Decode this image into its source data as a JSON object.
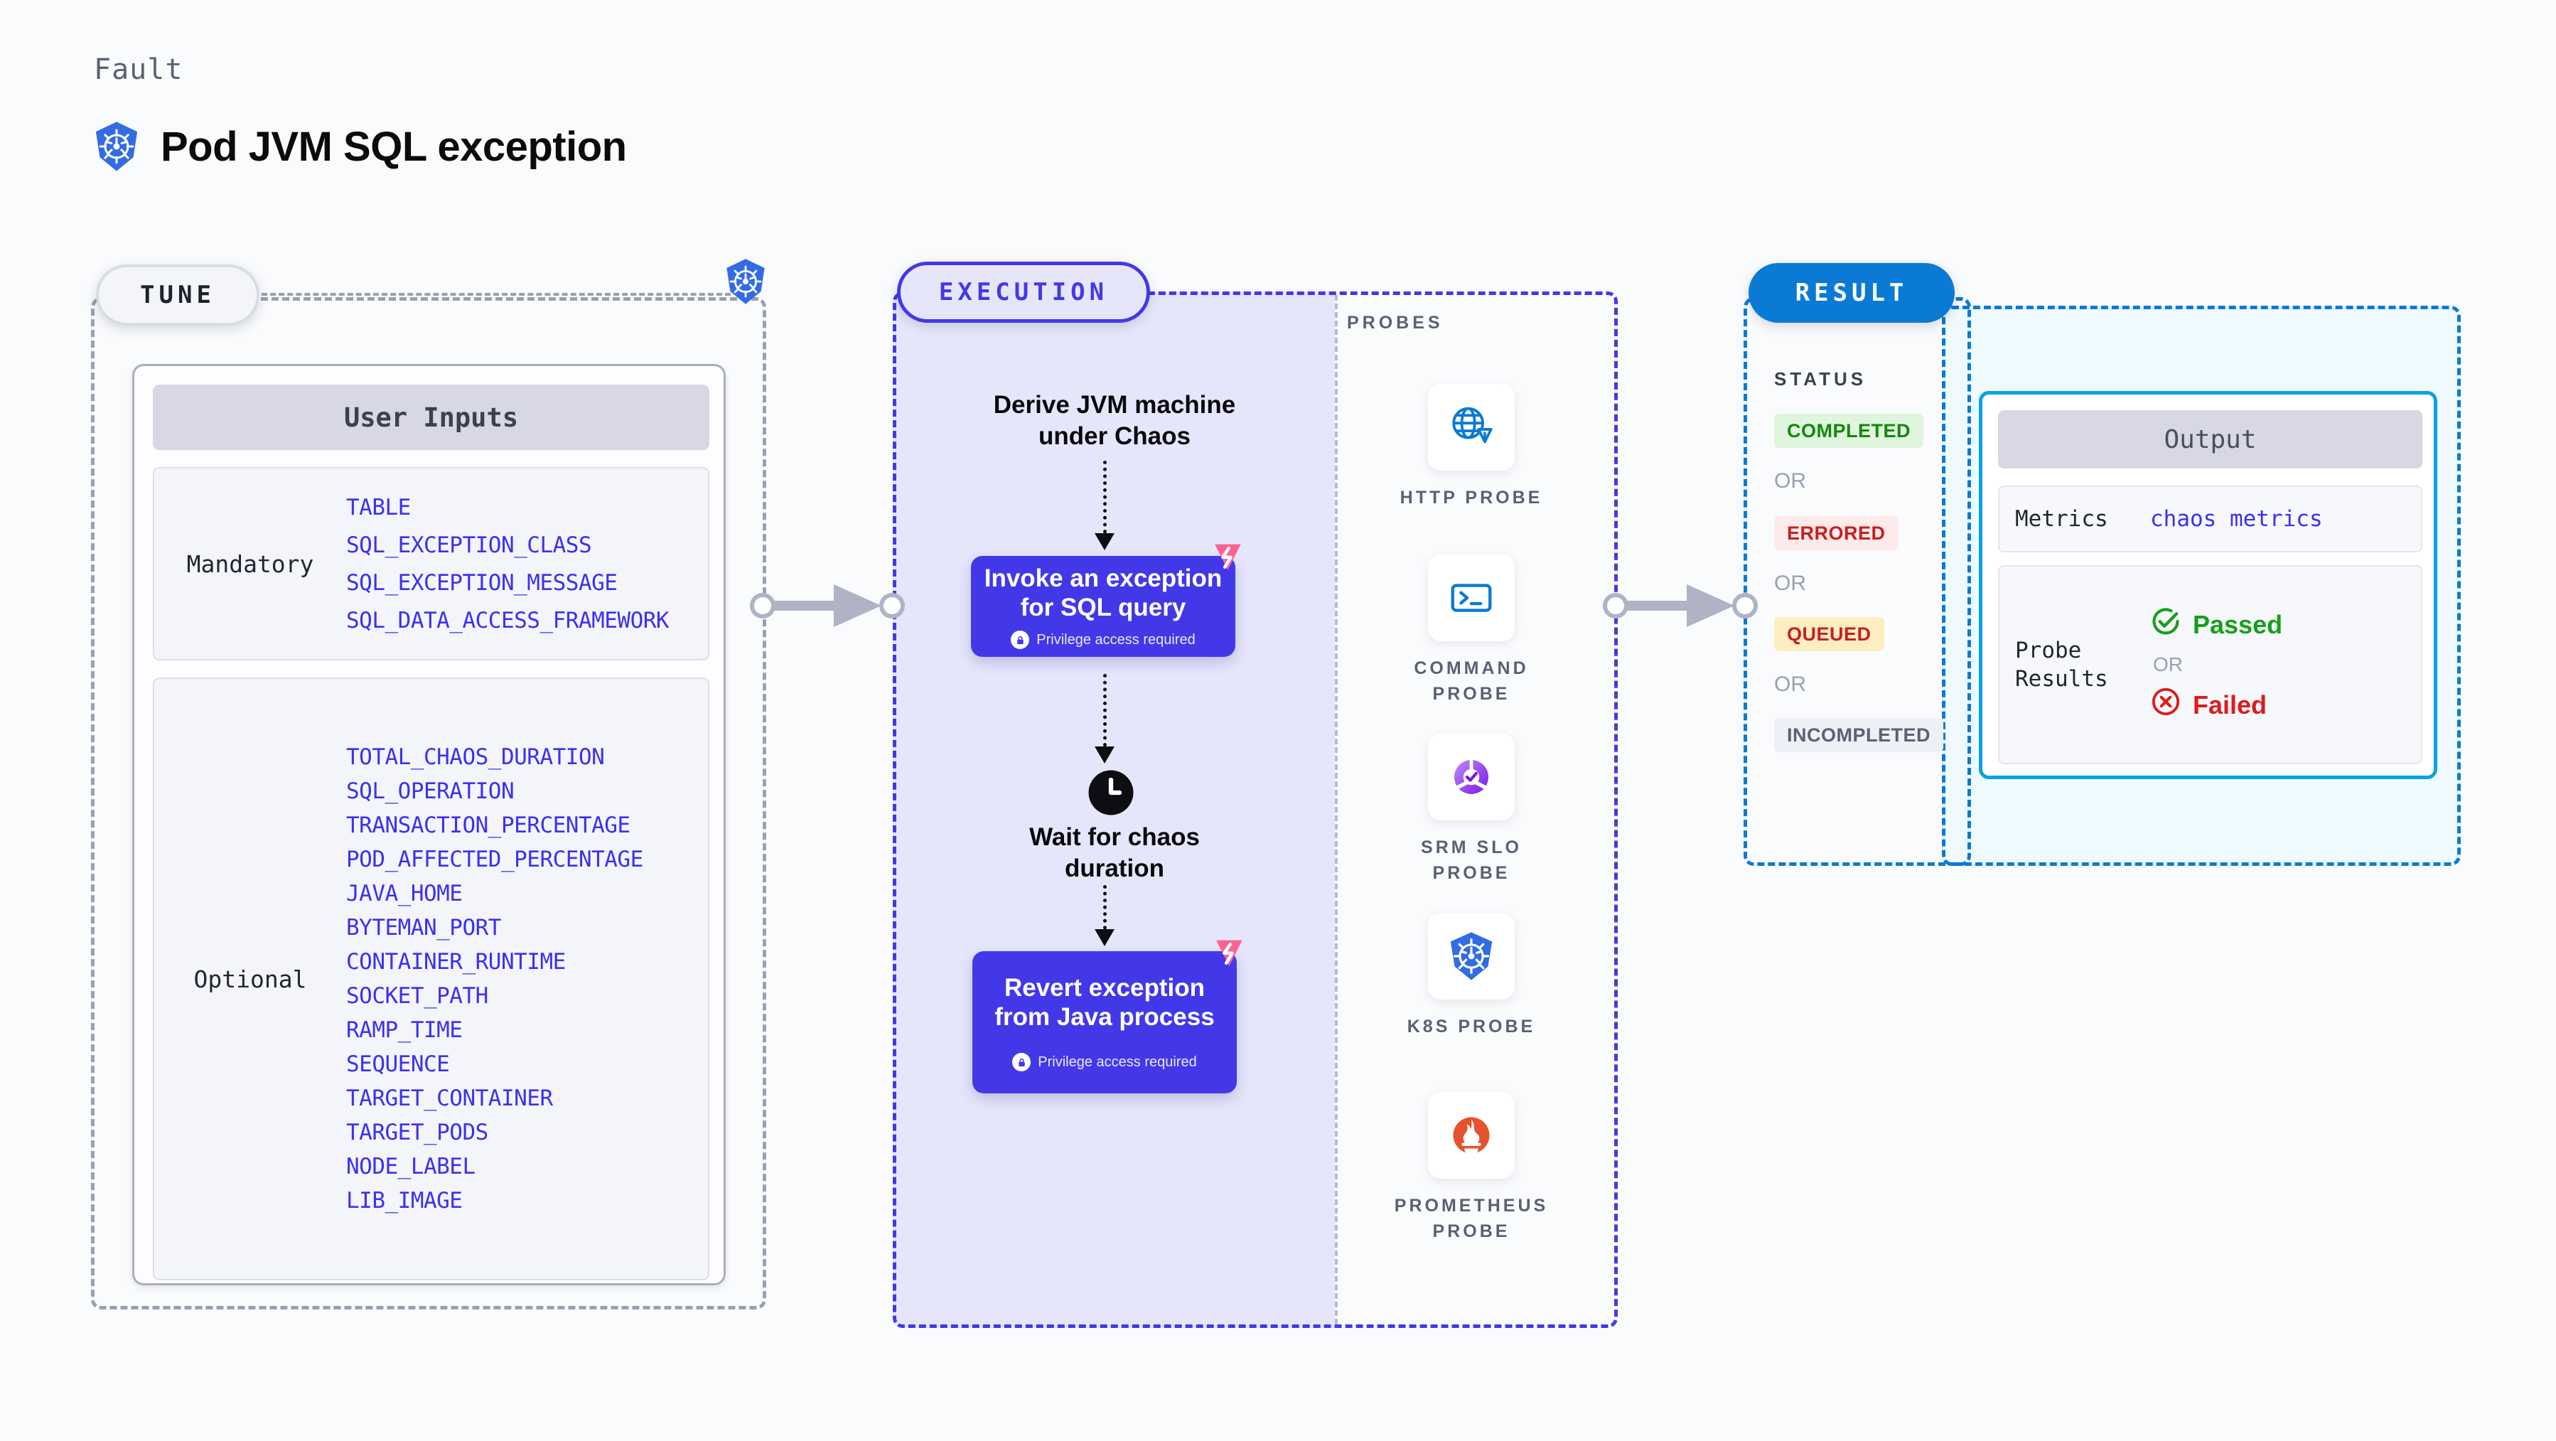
{
  "header": {
    "eyebrow": "Fault",
    "title": "Pod JVM SQL exception",
    "icon": "kubernetes-icon"
  },
  "stages": {
    "tune": {
      "label": "TUNE"
    },
    "execution": {
      "label": "EXECUTION"
    },
    "result": {
      "label": "RESULT"
    }
  },
  "tune": {
    "card_title": "User Inputs",
    "mandatory": {
      "label": "Mandatory",
      "items": [
        "TABLE",
        "SQL_EXCEPTION_CLASS",
        "SQL_EXCEPTION_MESSAGE",
        "SQL_DATA_ACCESS_FRAMEWORK"
      ]
    },
    "optional": {
      "label": "Optional",
      "items": [
        "TOTAL_CHAOS_DURATION",
        "SQL_OPERATION",
        "TRANSACTION_PERCENTAGE",
        "POD_AFFECTED_PERCENTAGE",
        "JAVA_HOME",
        "BYTEMAN_PORT",
        "CONTAINER_RUNTIME",
        "SOCKET_PATH",
        "RAMP_TIME",
        "SEQUENCE",
        "TARGET_CONTAINER",
        "TARGET_PODS",
        "NODE_LABEL",
        "LIB_IMAGE"
      ]
    }
  },
  "execution": {
    "step1_title": "Derive JVM machine\nunder Chaos",
    "action1_title": "Invoke an exception\nfor SQL query",
    "action1_note": "Privilege access required",
    "step2_title": "Wait for chaos\nduration",
    "action2_title": "Revert exception\nfrom Java process",
    "action2_note": "Privilege access required"
  },
  "probes": {
    "title": "PROBES",
    "items": [
      {
        "label": "HTTP PROBE",
        "icon": "globe-warning-icon"
      },
      {
        "label": "COMMAND PROBE",
        "icon": "terminal-icon"
      },
      {
        "label": "SRM SLO PROBE",
        "icon": "slo-donut-check-icon"
      },
      {
        "label": "K8S PROBE",
        "icon": "kubernetes-icon"
      },
      {
        "label": "PROMETHEUS PROBE",
        "icon": "prometheus-flame-icon"
      }
    ]
  },
  "result": {
    "status_title": "STATUS",
    "or_label": "OR",
    "statuses": [
      {
        "label": "COMPLETED",
        "fg": "#17860f",
        "bg": "#dff5dd"
      },
      {
        "label": "ERRORED",
        "fg": "#c81f1f",
        "bg": "#fdeaea"
      },
      {
        "label": "QUEUED",
        "fg": "#c81f1f",
        "bg": "#fdeec1"
      },
      {
        "label": "INCOMPLETED",
        "fg": "#5b6172",
        "bg": "#eef0f5"
      }
    ]
  },
  "output": {
    "title": "Output",
    "metrics_key": "Metrics",
    "metrics_value": "chaos metrics",
    "probe_results_key": "Probe\nResults",
    "passed_label": "Passed",
    "failed_label": "Failed",
    "or_label": "OR",
    "passed_color": "#14a01a",
    "failed_color": "#de1b1b"
  },
  "colors": {
    "accent_purple": "#4338e8",
    "accent_blue": "#0b7ad4",
    "mono_blue": "#3c30f0",
    "pink_badge": "#fb6292"
  }
}
